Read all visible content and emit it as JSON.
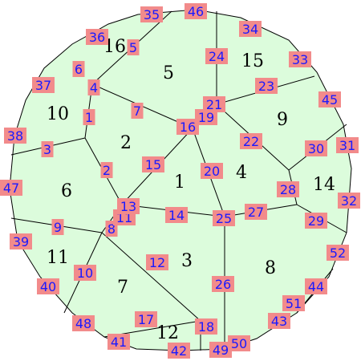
{
  "colors": {
    "background": "#ffffff",
    "region_fill": "#dcfcdc",
    "edge_stroke": "#000000",
    "tag_fill": "#f28b8b",
    "tag_text": "#1a1aff",
    "face_text": "#000000"
  },
  "faces": [
    {
      "id": "f1",
      "label": "1"
    },
    {
      "id": "f2",
      "label": "2"
    },
    {
      "id": "f3",
      "label": "3"
    },
    {
      "id": "f4",
      "label": "4"
    },
    {
      "id": "f5",
      "label": "5"
    },
    {
      "id": "f6",
      "label": "6"
    },
    {
      "id": "f7",
      "label": "7"
    },
    {
      "id": "f8",
      "label": "8"
    },
    {
      "id": "f9",
      "label": "9"
    },
    {
      "id": "f10",
      "label": "10"
    },
    {
      "id": "f11",
      "label": "11"
    },
    {
      "id": "f12",
      "label": "12"
    },
    {
      "id": "f14",
      "label": "14"
    },
    {
      "id": "f15",
      "label": "15"
    },
    {
      "id": "f16",
      "label": "16"
    }
  ],
  "tags": [
    "1",
    "2",
    "3",
    "4",
    "5",
    "6",
    "7",
    "8",
    "9",
    "10",
    "11",
    "12",
    "13",
    "14",
    "15",
    "16",
    "17",
    "18",
    "19",
    "20",
    "21",
    "22",
    "23",
    "24",
    "25",
    "26",
    "27",
    "28",
    "29",
    "30",
    "31",
    "32",
    "33",
    "34",
    "35",
    "36",
    "37",
    "38",
    "39",
    "40",
    "41",
    "42",
    "43",
    "44",
    "45",
    "46",
    "47",
    "48",
    "49",
    "50",
    "51",
    "52"
  ]
}
